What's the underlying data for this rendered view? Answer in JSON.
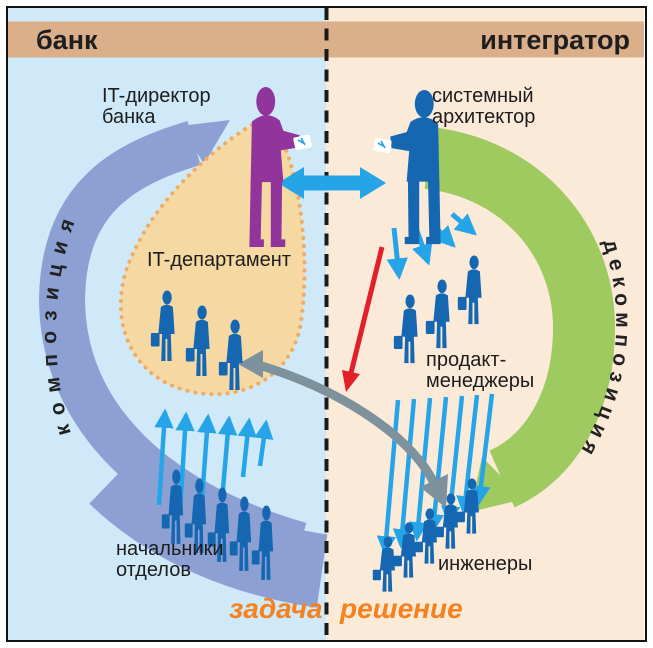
{
  "header": {
    "bank": "банк",
    "integrator": "интегратор"
  },
  "bank_side": {
    "director_line1": "IT-директор",
    "director_line2": "банка",
    "department_label": "IT-департамент",
    "heads_line1": "начальники",
    "heads_line2": "отделов",
    "process_label": "композиция",
    "bottom_label": "задача",
    "department_staff_count": 3,
    "department_heads_count": 5
  },
  "integrator_side": {
    "architect_line1": "системный",
    "architect_line2": "архитектор",
    "pm_line1": "продакт-",
    "pm_line2": "менеджеры",
    "engineers_label": "инженеры",
    "process_label": "декомпозиция",
    "bottom_label": "решение",
    "product_managers_count": 3,
    "engineers_count": 5
  },
  "colors": {
    "bank_bg": "#cfe9f8",
    "integrator_bg": "#fcead9",
    "header_band": "#dcaf8b",
    "figure_blue": "#1667b2",
    "director_purple": "#91349b",
    "composition_arrow": "#8da0d4",
    "decomposition_arrow": "#9fca60",
    "small_arrow_cyan": "#25a5e8",
    "feedback_gray": "#7e929e",
    "escalation_red": "#e3202a",
    "bottom_label_orange": "#f5821e",
    "department_blob": "#f6d8a3",
    "department_blob_dots": "#f0ad62"
  }
}
